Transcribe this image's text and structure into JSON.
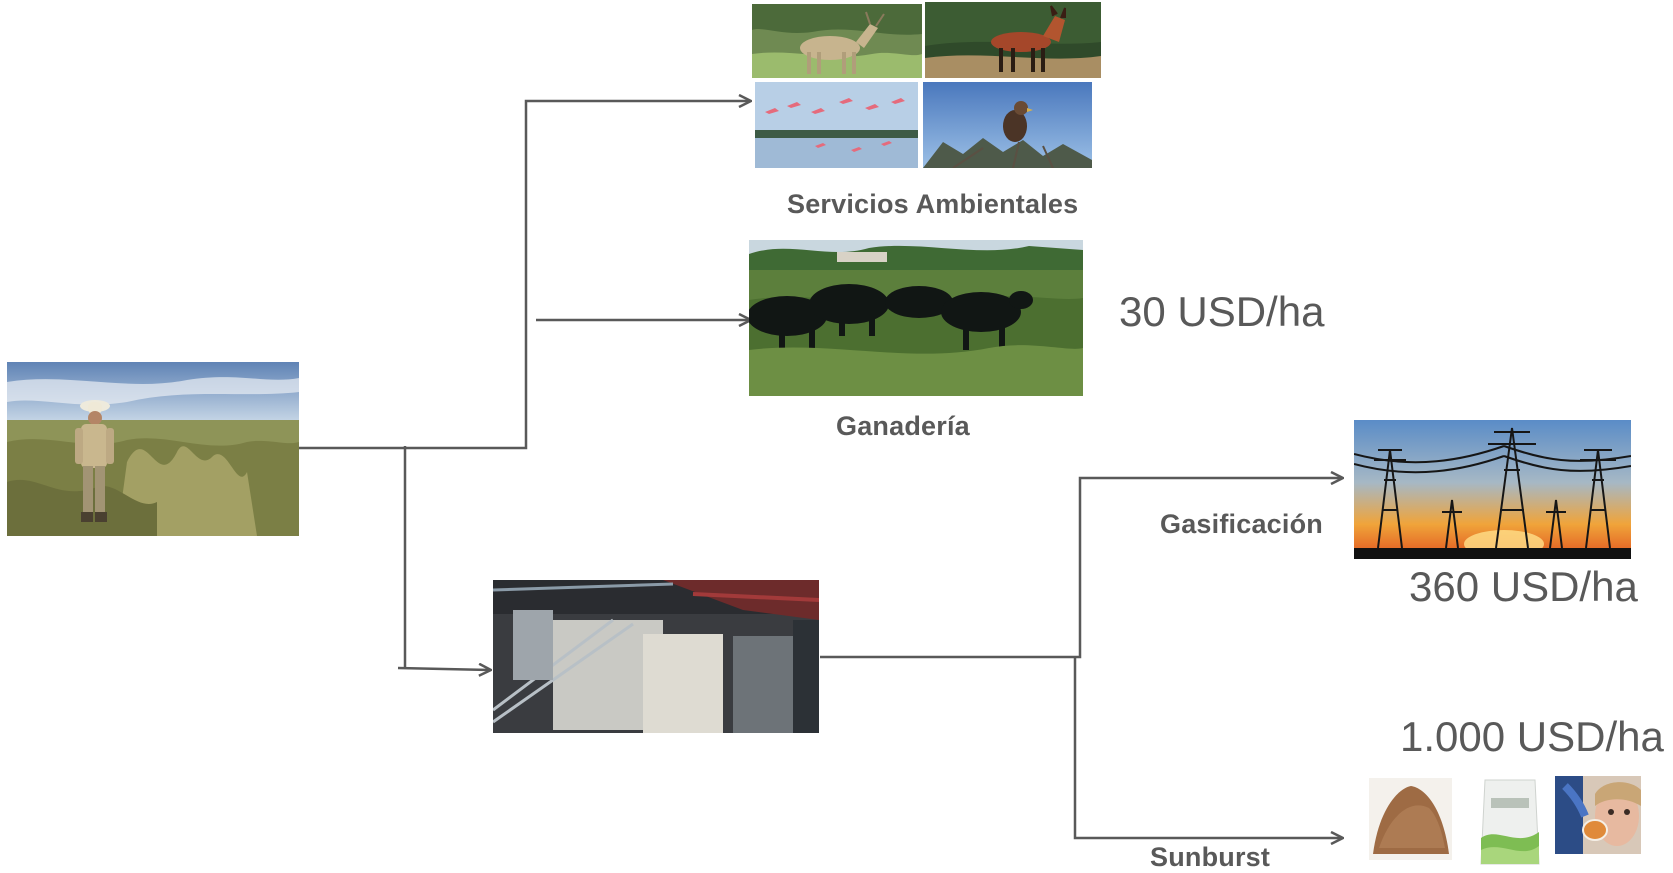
{
  "labels": {
    "servicios": "Servicios Ambientales",
    "ganaderia": "Ganadería",
    "gasificacion": "Gasificación",
    "sunburst": "Sunburst"
  },
  "values": {
    "ganaderia": "30 USD/ha",
    "gasificacion": "360 USD/ha",
    "sunburst": "1.000 USD/ha"
  },
  "colors": {
    "text": "#595959",
    "connector": "#595959",
    "background": "#ffffff"
  },
  "images": [
    "grassland-man-photo",
    "deer-photo",
    "maned-wolf-photo",
    "flamingos-photo",
    "eagle-photo",
    "cattle-photo",
    "biorefinery-plant-photo",
    "power-towers-photo",
    "powder-photo",
    "cellulose-bag-photo",
    "lab-scientist-photo"
  ]
}
